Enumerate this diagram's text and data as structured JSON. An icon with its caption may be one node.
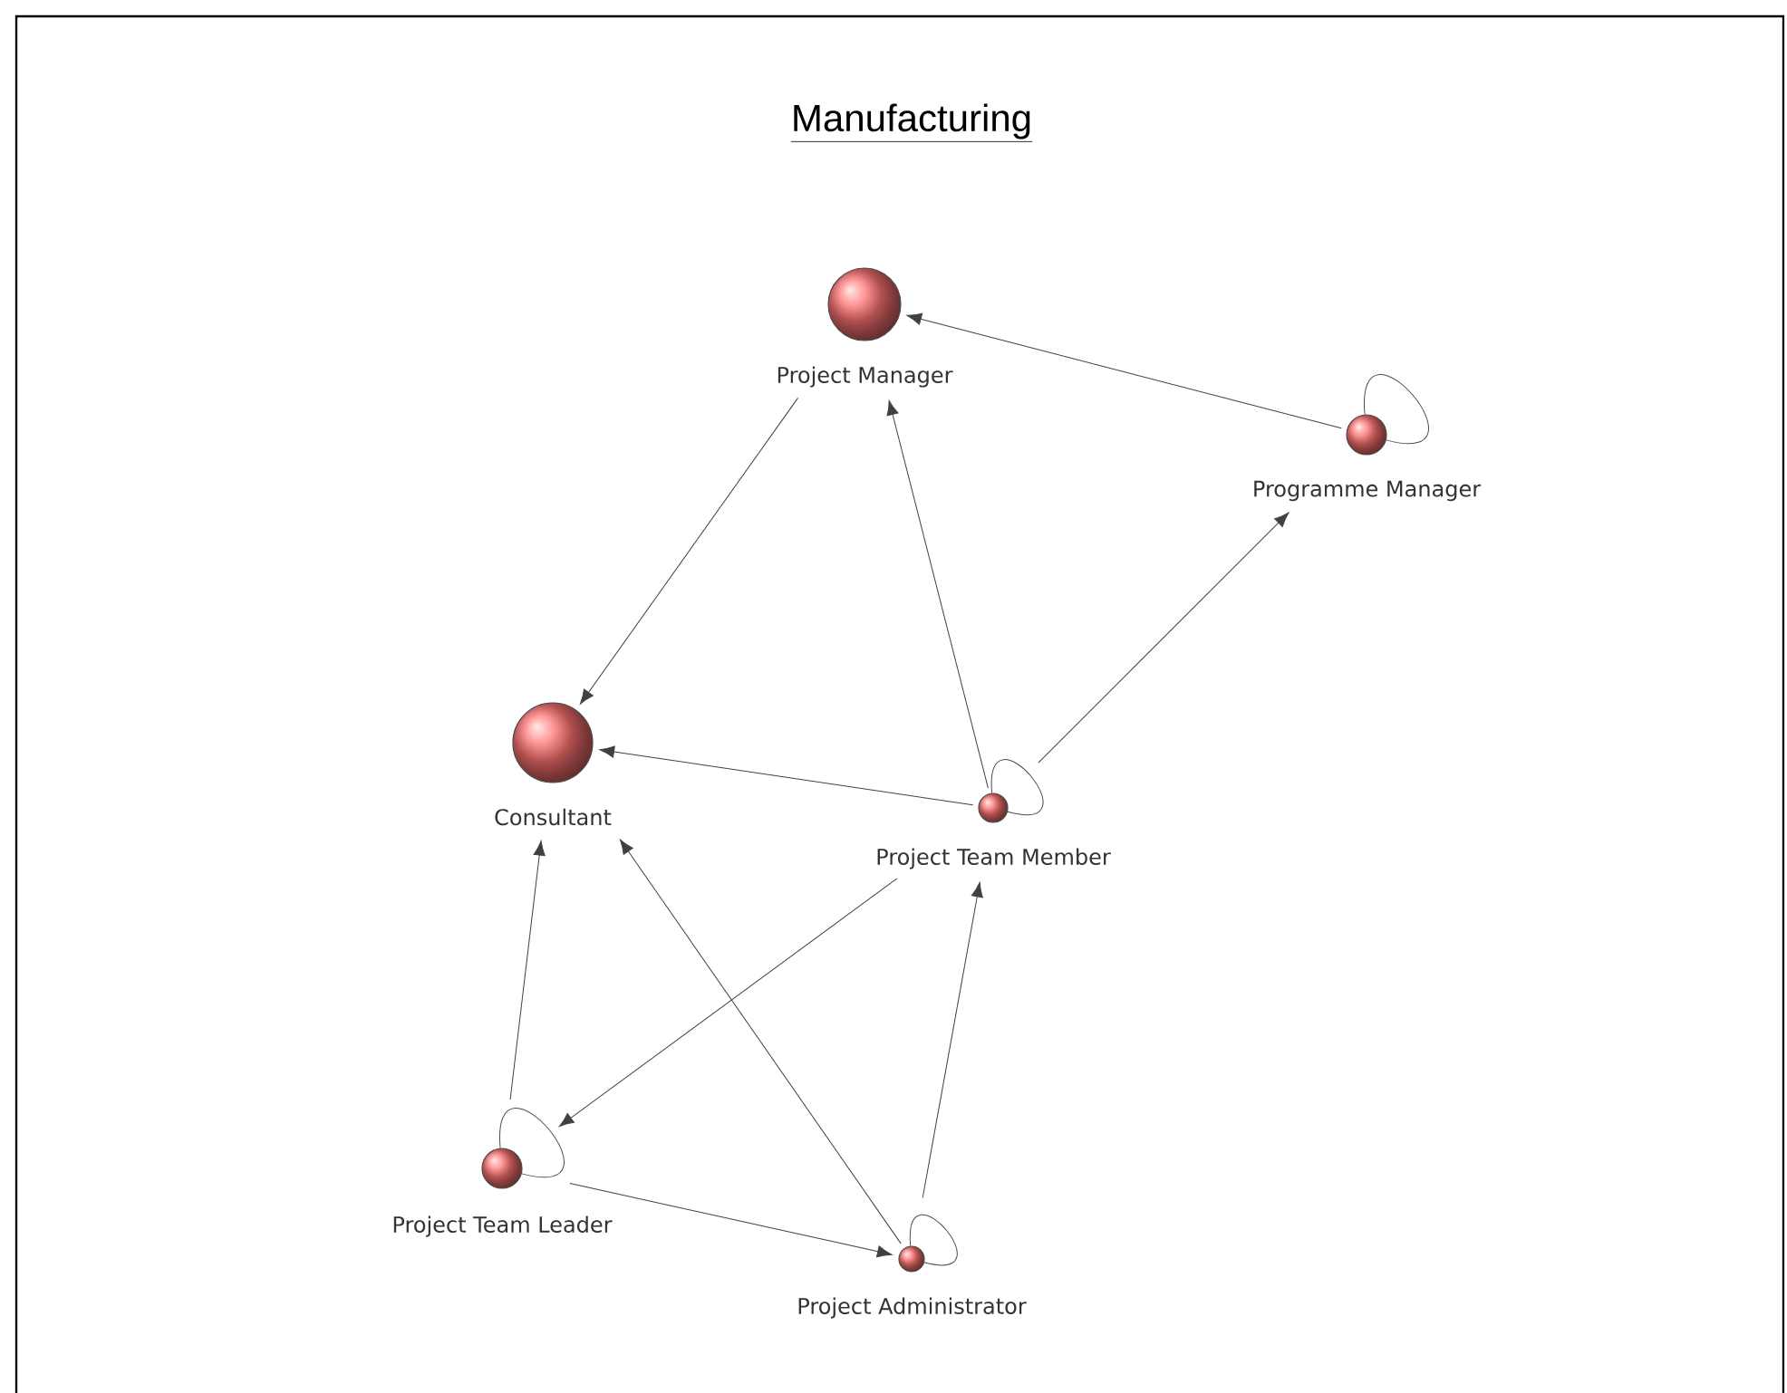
{
  "diagram": {
    "title": "Manufacturing",
    "nodes": [
      {
        "text": [
          "Project Manager"
        ]
      },
      {
        "text": [
          "Programme Manager"
        ]
      },
      {
        "text": [
          "Consultant"
        ]
      },
      {
        "text": [
          "Project Team Member"
        ]
      },
      {
        "text": [
          "Project Team Leader"
        ]
      },
      {
        "text": [
          "Project Administrator"
        ]
      }
    ],
    "edges": [
      {
        "from": 1,
        "to": 0,
        "arrow": "to"
      },
      {
        "from": 0,
        "to": 2,
        "arrow": "to"
      },
      {
        "from": 3,
        "to": 0,
        "arrow": "to"
      },
      {
        "from": 3,
        "to": 2,
        "arrow": "to"
      },
      {
        "from": 3,
        "to": 1,
        "arrow": "to"
      },
      {
        "from": 3,
        "to": 4,
        "arrow": "to"
      },
      {
        "from": 5,
        "to": 3,
        "arrow": "to"
      },
      {
        "from": 4,
        "to": 2,
        "arrow": "to"
      },
      {
        "from": 5,
        "to": 2,
        "arrow": "to"
      },
      {
        "from": 4,
        "to": 5,
        "arrow": "to"
      },
      {
        "from": 1,
        "to": 1,
        "arrow": "none"
      },
      {
        "from": 3,
        "to": 3,
        "arrow": "none"
      },
      {
        "from": 4,
        "to": 4,
        "arrow": "none"
      },
      {
        "from": 5,
        "to": 5,
        "arrow": "none"
      }
    ]
  }
}
